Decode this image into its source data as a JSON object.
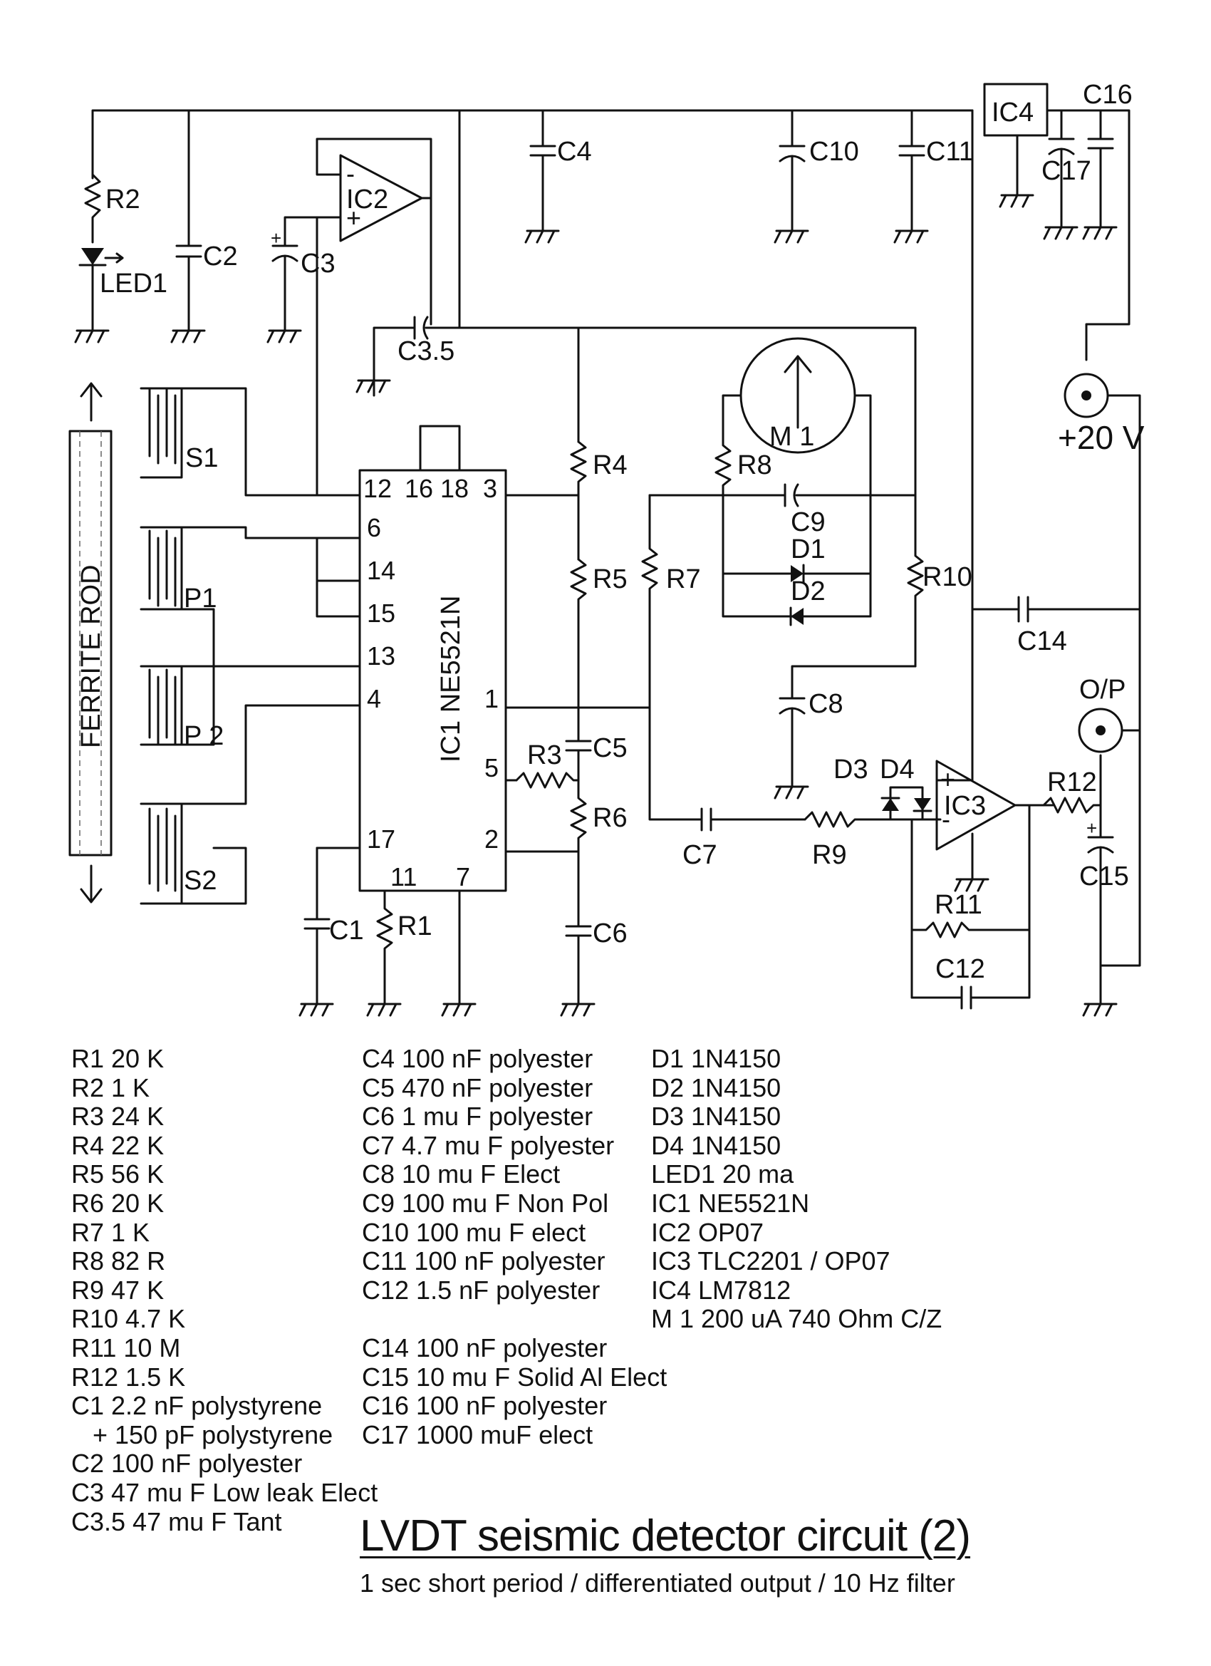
{
  "schematic": {
    "labels": {
      "r2": "R2",
      "led1": "LED1",
      "c2": "C2",
      "c3": "C3",
      "ic2": "IC2",
      "c35": "C3.5",
      "c4": "C4",
      "c10": "C10",
      "c11": "C11",
      "ic4": "IC4",
      "c16": "C16",
      "c17": "C17",
      "ferrite_rod": "FERRITE ROD",
      "s1": "S1",
      "p1": "P1",
      "p2": "P 2",
      "s2": "S2",
      "ic1": "IC1 NE5521N",
      "r4": "R4",
      "r5": "R5",
      "r3": "R3",
      "c5": "C5",
      "r6": "R6",
      "c6": "C6",
      "c1": "C1",
      "r1": "R1",
      "m1": "M 1",
      "r8": "R8",
      "c9": "C9",
      "d1": "D1",
      "d2": "D2",
      "r7": "R7",
      "r10": "R10",
      "c14": "C14",
      "c8": "C8",
      "d3": "D3",
      "d4": "D4",
      "ic3": "IC3",
      "r12": "R12",
      "c15": "C15",
      "c7": "C7",
      "r9": "R9",
      "r11": "R11",
      "c12": "C12",
      "plus20v": "+20 V",
      "op": "O/P"
    },
    "ic1_pins": {
      "p12": "12",
      "p16": "16",
      "p18": "18",
      "p3": "3",
      "p6": "6",
      "p14": "14",
      "p15": "15",
      "p13": "13",
      "p4": "4",
      "p1": "1",
      "p5": "5",
      "p2": "2",
      "p17": "17",
      "p11": "11",
      "p7": "7"
    },
    "opamp_signs": {
      "plus": "+",
      "minus": "-"
    }
  },
  "parts_list": {
    "col1": [
      "R1 20 K",
      "R2 1 K",
      "R3 24 K",
      "R4 22 K",
      "R5 56 K",
      "R6 20 K",
      "R7 1 K",
      "R8 82 R",
      "R9 47 K",
      "R10 4.7 K",
      "R11 10 M",
      "R12 1.5 K",
      "C1 2.2 nF polystyrene",
      "   + 150 pF polystyrene",
      "C2 100 nF polyester",
      "C3 47 mu F Low leak Elect",
      "C3.5 47 mu F Tant"
    ],
    "col2": [
      "C4 100 nF polyester",
      "C5 470 nF polyester",
      "C6 1 mu F polyester",
      "C7 4.7 mu F polyester",
      "C8 10 mu F Elect",
      "C9 100 mu F Non Pol",
      "C10 100 mu F elect",
      "C11 100 nF polyester",
      "C12 1.5 nF polyester",
      "",
      "C14 100 nF polyester",
      "C15 10 mu F Solid Al Elect",
      "C16 100 nF polyester",
      "C17 1000 muF elect"
    ],
    "col3": [
      "D1 1N4150",
      "D2 1N4150",
      "D3 1N4150",
      "D4 1N4150",
      "LED1 20 ma",
      "IC1 NE5521N",
      "IC2 OP07",
      "IC3 TLC2201 / OP07",
      "IC4 LM7812",
      "M 1 200 uA 740 Ohm C/Z"
    ]
  },
  "title": "LVDT seismic detector circuit (2)",
  "subtitle": "1 sec short period / differentiated output / 10 Hz filter"
}
